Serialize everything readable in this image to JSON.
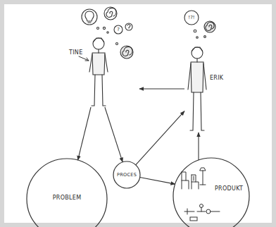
{
  "diagram": {
    "nodes": [
      {
        "text": [
          "TINE"
        ]
      },
      {
        "text": [
          "ERIK"
        ]
      },
      {
        "text": [
          "PROBLEM"
        ]
      },
      {
        "text": [
          "PROCES"
        ]
      },
      {
        "text": [
          "PRODUKT"
        ]
      }
    ],
    "edges": [
      {
        "from": 1,
        "to": 0,
        "arrow": "to"
      },
      {
        "from": 0,
        "to": 2,
        "arrow": "to"
      },
      {
        "from": 0,
        "to": 3,
        "arrow": "to"
      },
      {
        "from": 3,
        "to": 1,
        "arrow": "to"
      },
      {
        "from": 3,
        "to": 4,
        "arrow": "to"
      },
      {
        "from": 4,
        "to": 1,
        "arrow": "to"
      }
    ],
    "labels": [
      "?",
      "!?!"
    ]
  }
}
